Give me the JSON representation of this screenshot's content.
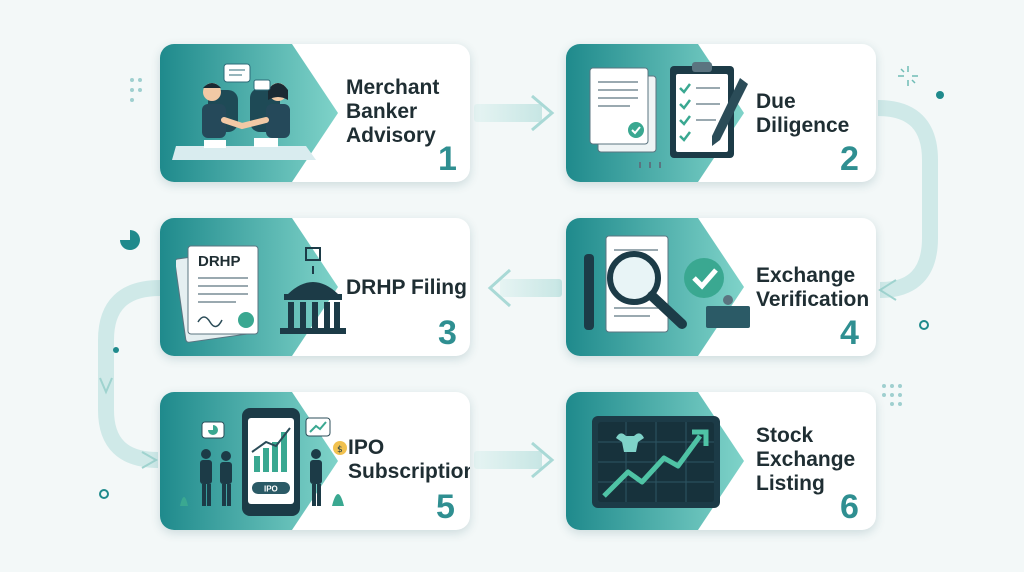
{
  "steps": [
    {
      "title": "Merchant\nBanker\nAdvisory",
      "number": "1",
      "icon": "handshake-meeting-icon"
    },
    {
      "title": "Due\nDiligence",
      "number": "2",
      "icon": "documents-checklist-icon"
    },
    {
      "title": "DRHP Filing",
      "number": "3",
      "icon": "drhp-document-building-icon"
    },
    {
      "title": "Exchange\nVerification",
      "number": "4",
      "icon": "magnifier-verification-icon"
    },
    {
      "title": "IPO\nSubscription",
      "number": "5",
      "icon": "mobile-subscription-icon"
    },
    {
      "title": "Stock\nExchange\nListing",
      "number": "6",
      "icon": "stock-chart-monitor-icon"
    }
  ],
  "labels": {
    "drhp_doc": "DRHP",
    "ipo_button": "IPO"
  },
  "colors": {
    "teal_dark": "#1f8a8c",
    "teal_light": "#7fd3c9",
    "number": "#2f8f91",
    "connector": "#cfe9e8"
  }
}
